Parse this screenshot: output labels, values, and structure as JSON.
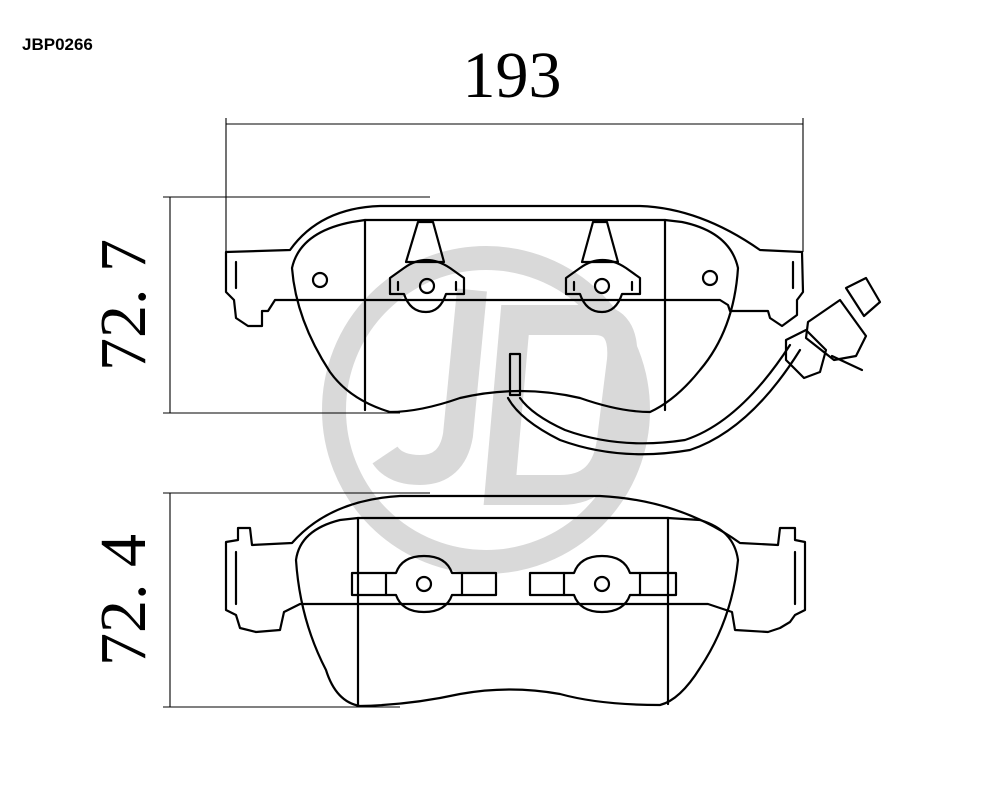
{
  "part_code": "JBP0266",
  "dimensions": {
    "width": "193",
    "height_top_pad": "72. 7",
    "height_bottom_pad": "72. 4"
  },
  "watermark": {
    "letters": "JD",
    "color": "#d9d9d9"
  },
  "colors": {
    "line": "#000000",
    "background": "#ffffff"
  }
}
